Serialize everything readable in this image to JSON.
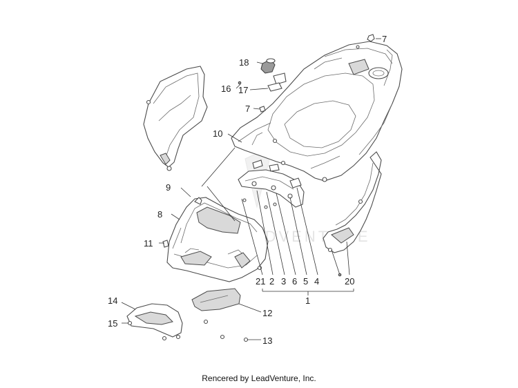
{
  "callouts": {
    "c1": "1",
    "c2": "2",
    "c3": "3",
    "c4": "4",
    "c5": "5",
    "c6": "6",
    "c7a": "7",
    "c7b": "7",
    "c8": "8",
    "c9": "9",
    "c10": "10",
    "c11": "11",
    "c12": "12",
    "c13": "13",
    "c14": "14",
    "c15": "15",
    "c16": "16",
    "c17": "17",
    "c18": "18",
    "c20": "20",
    "c21": "21"
  },
  "watermark": "LEADVENTURE",
  "footer": {
    "credit": "Rencered by LeadVenture, Inc."
  }
}
